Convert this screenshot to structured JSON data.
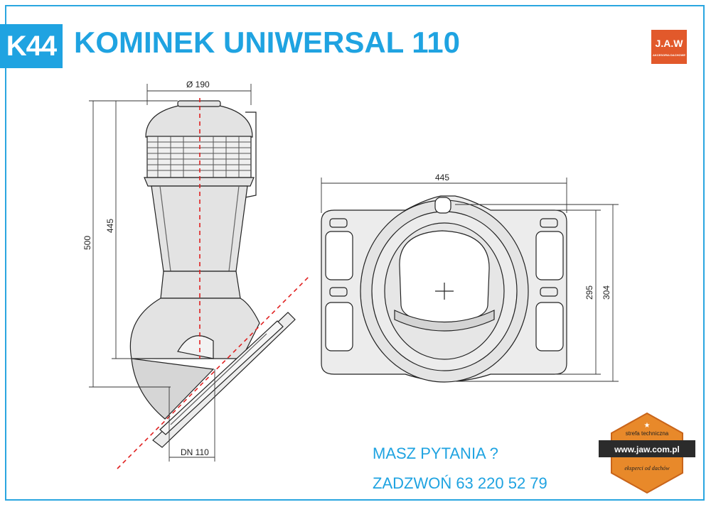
{
  "header": {
    "code": "K44",
    "title": "KOMINEK UNIWERSAL 110",
    "brand": "J.A.W",
    "brand_tagline": "AKCESORIA DACHOWE"
  },
  "dimensions": {
    "top_diameter": "Ø 190",
    "height_total": "500",
    "height_body": "445",
    "base_width": "445",
    "base_depth_inner": "295",
    "base_depth_outer": "304",
    "pipe": "DN 110"
  },
  "contact": {
    "question": "MASZ PYTANIA ?",
    "phone_line": "ZADZWOŃ 63 220 52 79"
  },
  "stamp": {
    "label": "strefa techniczna",
    "url": "www.jaw.com.pl",
    "slogan": "eksperci od dachów",
    "colors": {
      "orange": "#e8892a",
      "dark": "#2b2b2b"
    }
  },
  "colors": {
    "accent": "#1fa3e1",
    "brand": "#e2592b",
    "axis": "#e02020"
  }
}
